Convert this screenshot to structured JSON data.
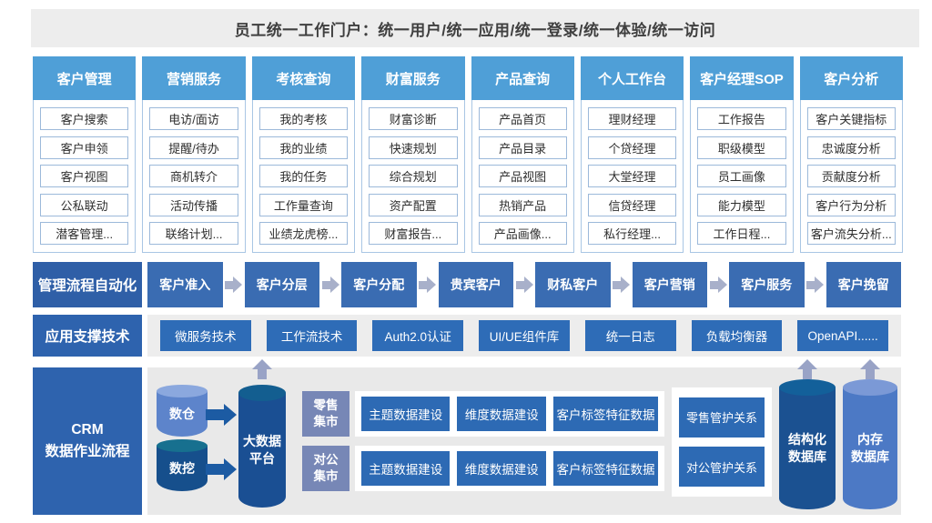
{
  "banner": {
    "text": "员工统一工作门户：统一用户/统一应用/统一登录/统一体验/统一访问"
  },
  "portal_columns": [
    {
      "title": "客户管理",
      "items": [
        "客户搜索",
        "客户申领",
        "客户视图",
        "公私联动",
        "潜客管理..."
      ]
    },
    {
      "title": "营销服务",
      "items": [
        "电访/面访",
        "提醒/待办",
        "商机转介",
        "活动传播",
        "联络计划..."
      ]
    },
    {
      "title": "考核查询",
      "items": [
        "我的考核",
        "我的业绩",
        "我的任务",
        "工作量查询",
        "业绩龙虎榜..."
      ]
    },
    {
      "title": "财富服务",
      "items": [
        "财富诊断",
        "快速规划",
        "综合规划",
        "资产配置",
        "财富报告..."
      ]
    },
    {
      "title": "产品查询",
      "items": [
        "产品首页",
        "产品目录",
        "产品视图",
        "热销产品",
        "产品画像..."
      ]
    },
    {
      "title": "个人工作台",
      "items": [
        "理财经理",
        "个贷经理",
        "大堂经理",
        "信贷经理",
        "私行经理..."
      ]
    },
    {
      "title": "客户经理SOP",
      "items": [
        "工作报告",
        "职级模型",
        "员工画像",
        "能力模型",
        "工作日程..."
      ]
    },
    {
      "title": "客户分析",
      "items": [
        "客户关键指标",
        "忠诚度分析",
        "贡献度分析",
        "客户行为分析",
        "客户流失分析..."
      ]
    }
  ],
  "process_row": {
    "label": "管理流程自动化",
    "steps": [
      "客户准入",
      "客户分层",
      "客户分配",
      "贵宾客户",
      "财私客户",
      "客户营销",
      "客户服务",
      "客户挽留"
    ]
  },
  "tech_row": {
    "label": "应用支撑技术",
    "items": [
      "微服务技术",
      "工作流技术",
      "Auth2.0认证",
      "UI/UE组件库",
      "统一日志",
      "负载均衡器",
      "OpenAPI......"
    ]
  },
  "data_flow": {
    "label_lines": [
      "CRM",
      "数据作业流程"
    ],
    "sources": [
      "数仓",
      "数挖"
    ],
    "platform_lines": [
      "大数据",
      "平台"
    ],
    "marts": [
      {
        "label_lines": [
          "零售",
          "集市"
        ],
        "items": [
          "主题数据建设",
          "维度数据建设",
          "客户标签特征数据"
        ]
      },
      {
        "label_lines": [
          "对公",
          "集市"
        ],
        "items": [
          "主题数据建设",
          "维度数据建设",
          "客户标签特征数据"
        ]
      }
    ],
    "relations": [
      "零售管护关系",
      "对公管护关系"
    ],
    "databases": [
      {
        "lines": [
          "结构化",
          "数据库"
        ]
      },
      {
        "lines": [
          "内存",
          "数据库"
        ]
      }
    ]
  },
  "colors": {
    "banner_gray": "#ededed",
    "column_header_blue": "#4f9fd7",
    "column_border_blue": "#a9c6e4",
    "flow_blue": "#3a6cb2",
    "label_deep_blue": "#2e63ae",
    "tech_box_blue": "#2e6cb7",
    "mart_slate_blue": "#7787b6",
    "mart_item_blue": "#2d6ab4",
    "panel_gray": "#e9e9e9",
    "flow_arrow_gray": "#a8b0ca",
    "up_arrow_gray": "#99a3c6",
    "dark_arrow_blue": "#1c5ba3",
    "cyl_light_blue": "#5d84cb",
    "cyl_dark_teal_blue": "#164f8c",
    "cyl_navy": "#1a4f93",
    "cyl_struct_blue": "#1b5191",
    "cyl_mem_blue": "#4c79c5"
  }
}
